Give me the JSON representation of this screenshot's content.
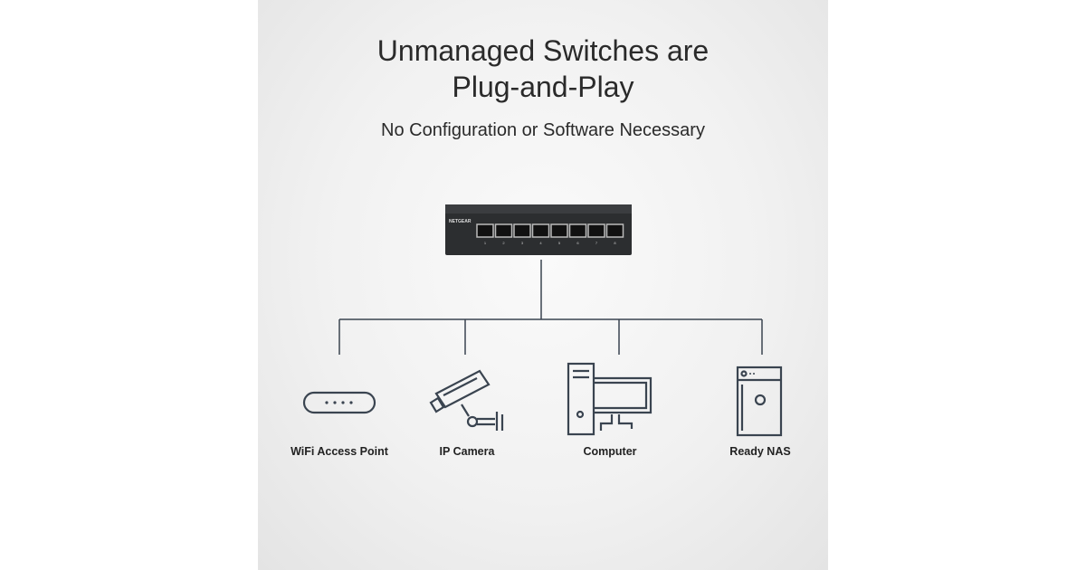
{
  "title_line1": "Unmanaged Switches are",
  "title_line2": "Plug-and-Play",
  "subtitle": "No Configuration or Software Necessary",
  "switch": {
    "brand": "NETGEAR",
    "ports": [
      "1",
      "2",
      "3",
      "4",
      "5",
      "6",
      "7",
      "8"
    ]
  },
  "devices": [
    {
      "label": "WiFi Access Point",
      "icon": "access-point-icon"
    },
    {
      "label": "IP Camera",
      "icon": "camera-icon"
    },
    {
      "label": "Computer",
      "icon": "computer-icon"
    },
    {
      "label": "Ready NAS",
      "icon": "nas-icon"
    }
  ],
  "colors": {
    "line": "#3a4450",
    "switch": "#2c2e30"
  }
}
